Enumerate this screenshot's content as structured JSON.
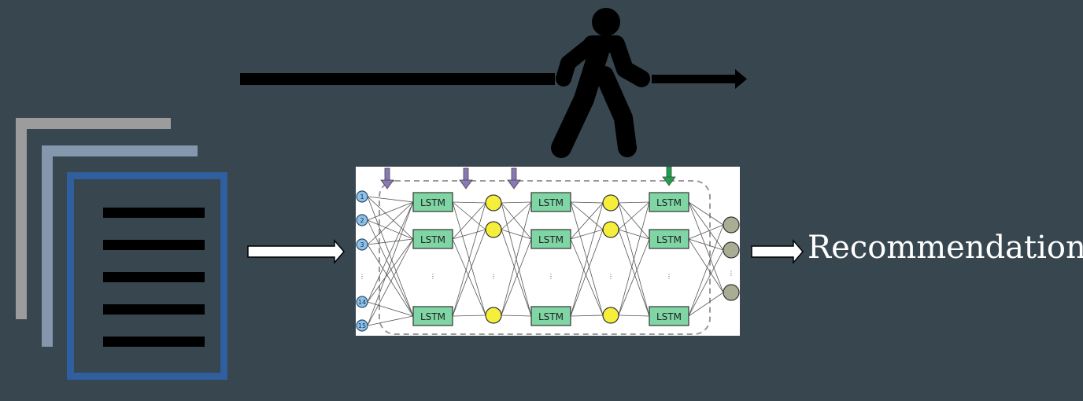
{
  "diagram": {
    "output_label": "Recommendation",
    "network": {
      "input_nodes": [
        "1",
        "2",
        "3",
        "⋮",
        "14",
        "15"
      ],
      "block_label": "LSTM",
      "ellipsis": "⋮"
    },
    "colors": {
      "background": "#37464f",
      "lstm_fill": "#7fd6a4",
      "neuron_fill": "#f5ef3c",
      "input_fill": "#8fc0e6",
      "output_fill": "#a9ad94",
      "arrow_purple": "#8a78b8",
      "arrow_green": "#1aa34a",
      "doc_front": "#2f5f9e"
    },
    "icons": [
      "document-stack-icon",
      "walking-person-icon",
      "arrow-right-icon"
    ]
  }
}
